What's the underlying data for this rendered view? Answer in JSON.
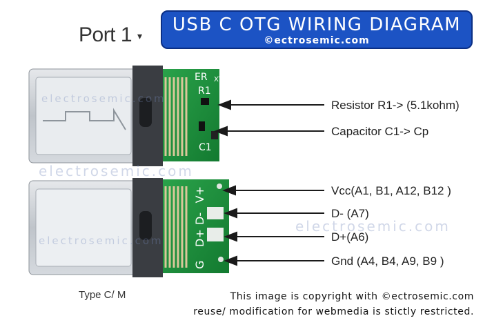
{
  "port": {
    "label": "Port 1",
    "caret": "▾"
  },
  "title": {
    "main": "USB C OTG WIRING DIAGRAM",
    "sub": "©ectrosemic.com"
  },
  "watermark": "electrosemic.com",
  "pcb_top": {
    "silk_top": "ER",
    "silk_top_side": "XT",
    "r_label": "R1",
    "c_label": "C1"
  },
  "pcb_bottom": {
    "pins": [
      "V+",
      "D-",
      "D+",
      "G"
    ]
  },
  "labels": {
    "resistor": "Resistor R1-> (5.1kohm)",
    "capacitor": "Capacitor C1-> Cp",
    "vcc": "Vcc(A1, B1, A12, B12 )",
    "dminus": "D- (A7)",
    "dplus": "D+(A6)",
    "gnd": "Gnd (A4, B4, A9, B9 )"
  },
  "type_label": "Type C/ M",
  "copyright": {
    "line1": "This image is copyright with ©ectrosemic.com",
    "line2": "reuse/ modification for webmedia is stictly restricted."
  },
  "colors": {
    "title_bg": "#1c53c4",
    "pcb": "#1e8e3e",
    "metal": "#b9bec4"
  }
}
